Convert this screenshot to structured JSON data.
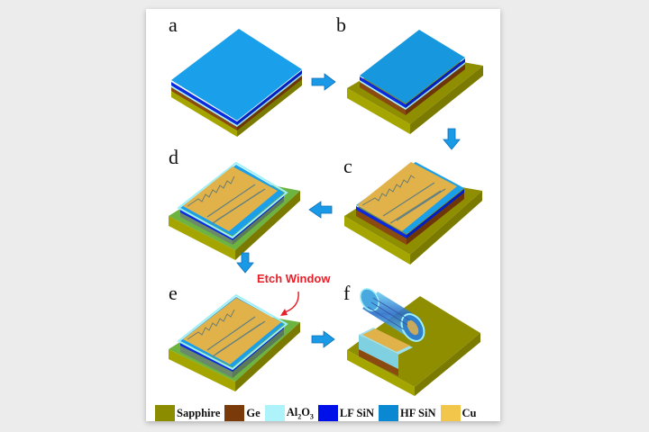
{
  "figure": {
    "panels": [
      {
        "id": "a",
        "label": "a",
        "step": "Full layer stack on sapphire"
      },
      {
        "id": "b",
        "label": "b",
        "step": "Patterned stack on sapphire"
      },
      {
        "id": "c",
        "label": "c",
        "step": "Cu meander/interdigitated pattern"
      },
      {
        "id": "d",
        "label": "d",
        "step": "Al2O3 encapsulation"
      },
      {
        "id": "e",
        "label": "e",
        "step": "Etch window opened"
      },
      {
        "id": "f",
        "label": "f",
        "step": "Self-rolled-up tube"
      }
    ],
    "flow": [
      "a",
      "b",
      "c",
      "d",
      "e",
      "f"
    ],
    "annotation": {
      "text": "Etch Window",
      "color": "#e8202a"
    }
  },
  "legend": {
    "items": [
      {
        "name": "Sapphire",
        "color": "#8c8c00"
      },
      {
        "name": "Ge",
        "color": "#7a3a0a"
      },
      {
        "name": "Al2O3",
        "display_main": "Al",
        "sub1": "2",
        "mid": "O",
        "sub2": "3",
        "color": "#aef2fa"
      },
      {
        "name": "LF SiN",
        "color": "#0010e8"
      },
      {
        "name": "HF SiN",
        "color": "#0a88d2"
      },
      {
        "name": "Cu",
        "color": "#f2c64a"
      }
    ]
  },
  "colors": {
    "arrow": "#1a9ae6",
    "top_blue": "#1aa0ea",
    "sapphire_top": "#8e8e00",
    "sapphire_side_left": "#a5a500",
    "sapphire_side_right": "#7a7a00",
    "green_substrate": "#6db33f",
    "cu": "#e2b24a"
  }
}
